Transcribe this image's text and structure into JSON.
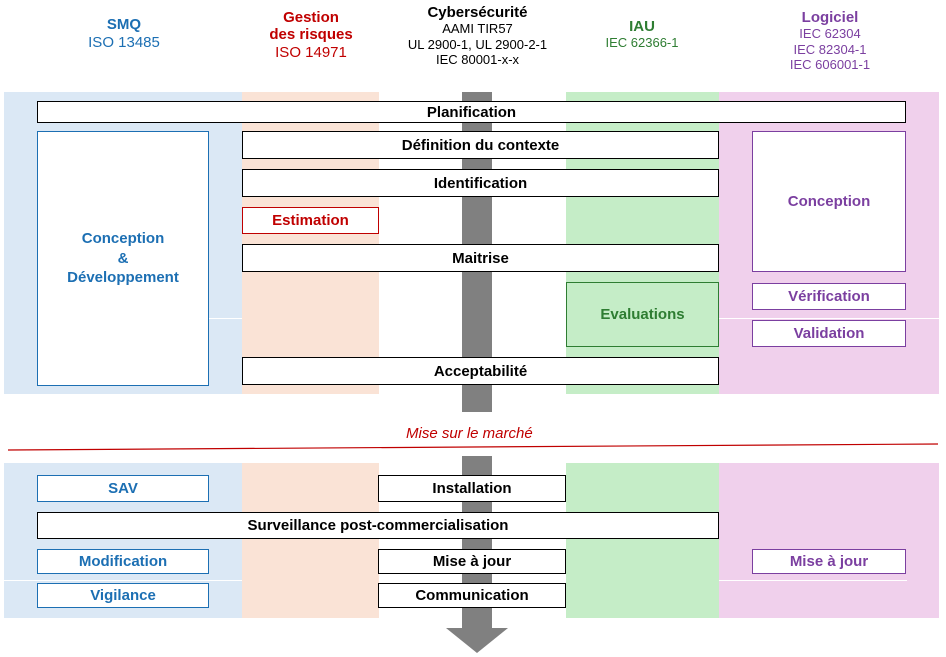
{
  "columns": {
    "smq": {
      "title": "SMQ",
      "subtitle": "ISO 13485",
      "color": "#1c6fb3"
    },
    "risk": {
      "title_line1": "Gestion",
      "title_line2": "des risques",
      "subtitle": "ISO 14971",
      "color": "#c00000"
    },
    "cyber": {
      "title": "Cybersécurité",
      "lines": [
        "AAMI TIR57",
        "UL 2900-1, UL 2900-2-1",
        "IEC 80001-x-x"
      ]
    },
    "iau": {
      "title": "IAU",
      "subtitle": "IEC 62366-1",
      "color": "#2e7d32"
    },
    "logiciel": {
      "title": "Logiciel",
      "lines": [
        "IEC 62304",
        "IEC 82304-1",
        "IEC 606001-1"
      ],
      "color": "#7b3fa0"
    }
  },
  "premarket": {
    "planification": "Planification",
    "definition": "Définition du contexte",
    "identification": "Identification",
    "estimation": "Estimation",
    "maitrise": "Maitrise",
    "acceptabilite": "Acceptabilité",
    "conception_dev": [
      "Conception",
      "&",
      "Développement"
    ],
    "evaluations": "Evaluations",
    "conception": "Conception",
    "verification": "Vérification",
    "validation": "Validation"
  },
  "market_label": "Mise sur le marché",
  "postmarket": {
    "sav": "SAV",
    "installation": "Installation",
    "surveillance": "Surveillance post-commercialisation",
    "modification": "Modification",
    "mise_a_jour_cyber": "Mise à jour",
    "mise_a_jour_logiciel": "Mise à jour",
    "vigilance": "Vigilance",
    "communication": "Communication"
  }
}
